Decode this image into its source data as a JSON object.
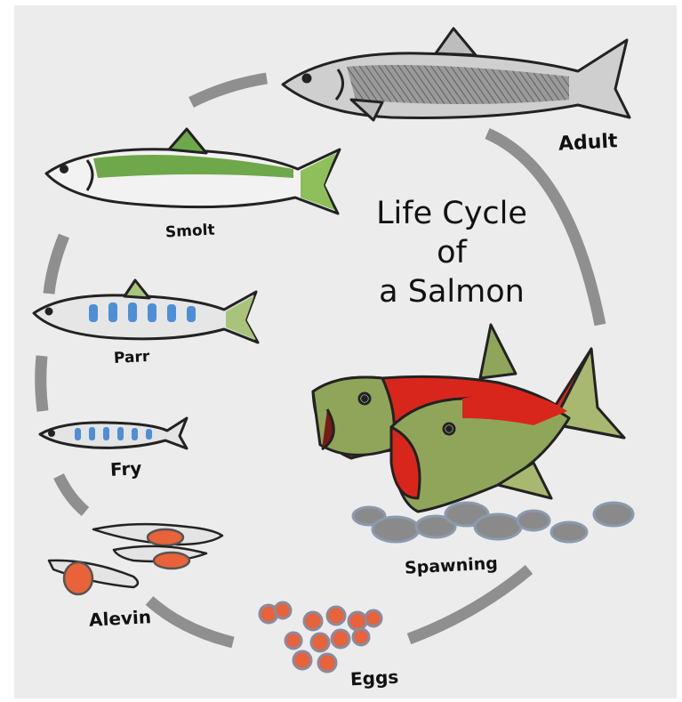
{
  "diagram": {
    "title_lines": [
      "Life Cycle",
      "of",
      "a Salmon"
    ],
    "stages": {
      "adult": "Adult",
      "smolt": "Smolt",
      "parr": "Parr",
      "fry": "Fry",
      "alevin": "Alevin",
      "eggs": "Eggs",
      "spawning": "Spawning"
    },
    "colors": {
      "paper": "#ececec",
      "cycle_arc": "#8f8f8f",
      "smolt_green": "#6fa84a",
      "parr_blue": "#4d8fd6",
      "spawning_red": "#d9261c",
      "spawning_green": "#8fa65a",
      "egg_orange": "#e8623a",
      "rock_gray": "#8a8a8a"
    }
  }
}
